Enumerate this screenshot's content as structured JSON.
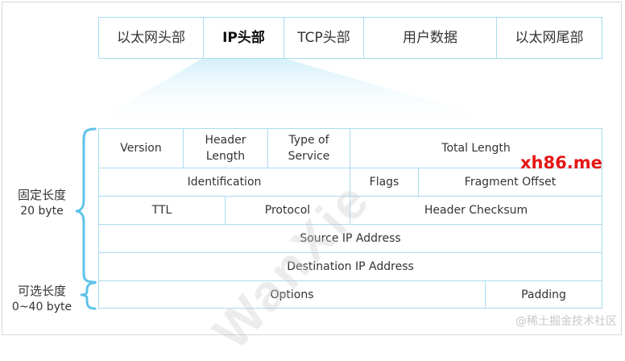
{
  "top_row": [
    {
      "label": "以太网头部",
      "bold": false
    },
    {
      "label": "IP头部",
      "bold": true
    },
    {
      "label": "TCP头部",
      "bold": false
    },
    {
      "label": "用户数据",
      "bold": false
    },
    {
      "label": "以太网尾部",
      "bold": false
    }
  ],
  "rows": [
    [
      {
        "lines": [
          "Version"
        ]
      },
      {
        "lines": [
          "Header",
          "Length"
        ]
      },
      {
        "lines": [
          "Type of",
          "Service"
        ]
      },
      {
        "lines": [
          "Total Length"
        ]
      }
    ],
    [
      {
        "lines": [
          "Identification"
        ]
      },
      {
        "lines": [
          "Flags"
        ]
      },
      {
        "lines": [
          "Fragment Offset"
        ]
      }
    ],
    [
      {
        "lines": [
          "TTL"
        ]
      },
      {
        "lines": [
          "Protocol"
        ]
      },
      {
        "lines": [
          "Header Checksum"
        ]
      }
    ],
    [
      {
        "lines": [
          "Source IP Address"
        ]
      }
    ],
    [
      {
        "lines": [
          "Destination IP Address"
        ]
      }
    ],
    [
      {
        "lines": [
          "Options"
        ]
      },
      {
        "lines": [
          "Padding"
        ]
      }
    ]
  ],
  "side": {
    "fixed_title": "固定长度",
    "fixed_size": "20 byte",
    "optional_title": "可选长度",
    "optional_size": "0~40 byte"
  },
  "watermark": "WanXie",
  "logo": "xh86.me",
  "credit": "@稀土掘金技术社区",
  "colors": {
    "border": "#a9dcef",
    "fan": "#e3f4fb",
    "brace": "#5ec3ea",
    "logo": "#e51616"
  }
}
